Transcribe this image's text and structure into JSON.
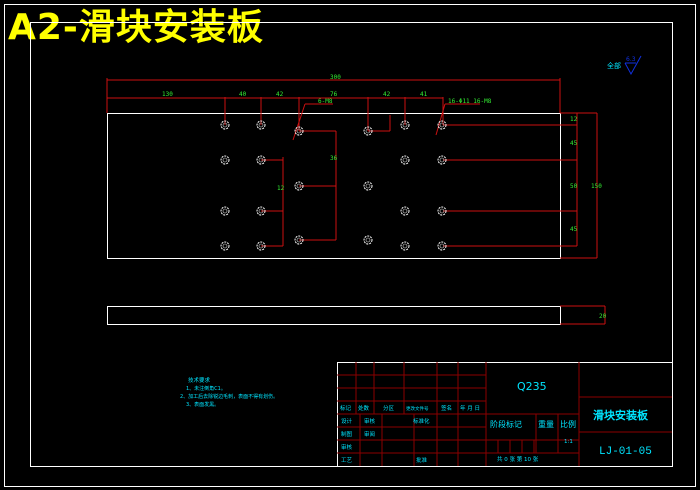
{
  "drawing_title": "A2-滑块安装板",
  "roughness": {
    "label": "全部",
    "value": "6.3"
  },
  "dimensions": {
    "overall_length": "300",
    "top_chain": [
      "130",
      "40",
      "42",
      "76",
      "42",
      "41"
    ],
    "hole_note_left": "6-M8",
    "hole_note_right": "16-Φ11 16-M8",
    "vertical_left": [
      "12",
      "36"
    ],
    "right_chain": [
      "12",
      "45",
      "50",
      "45"
    ],
    "overall_width": "150",
    "thickness": "20"
  },
  "tech_requirements": {
    "heading": "技术要求",
    "items": [
      "1、未注倒角C1。",
      "2、加工后去除锐边毛刺，表面不得有划伤。",
      "3、表面发黑。"
    ]
  },
  "title_block": {
    "material": "Q235",
    "part_name": "滑块安装板",
    "drawing_number": "LJ-01-05",
    "scale": "1:1",
    "header_row": [
      "标记",
      "处数",
      "分区",
      "更改文件号",
      "签名",
      "年 月 日"
    ],
    "rows": [
      [
        "设计",
        "审核",
        "标准化"
      ],
      [
        "制图",
        "审阅"
      ],
      [
        "审核"
      ],
      [
        "工艺",
        "批准"
      ]
    ],
    "stage_label": "阶段标记",
    "weight_label": "重量",
    "scale_label": "比例",
    "sheets": "共 0 张 第 10 张"
  }
}
